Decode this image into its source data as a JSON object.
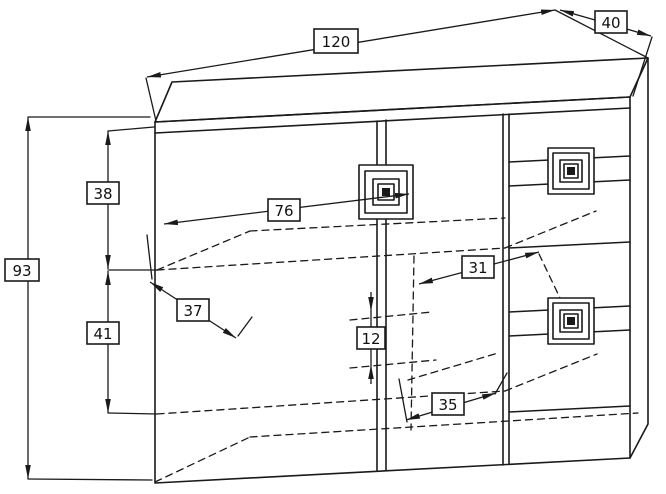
{
  "drawing": {
    "kind": "furniture-dimension-diagram",
    "subject": "sideboard with two doors and drawer column",
    "background_color": "#ffffff",
    "line_color": "#1a1a1a",
    "labels": {
      "d120": "120",
      "d40": "40",
      "d93": "93",
      "d38": "38",
      "d41": "41",
      "d37": "37",
      "d76": "76",
      "d31": "31",
      "d12": "12",
      "d35": "35"
    }
  }
}
